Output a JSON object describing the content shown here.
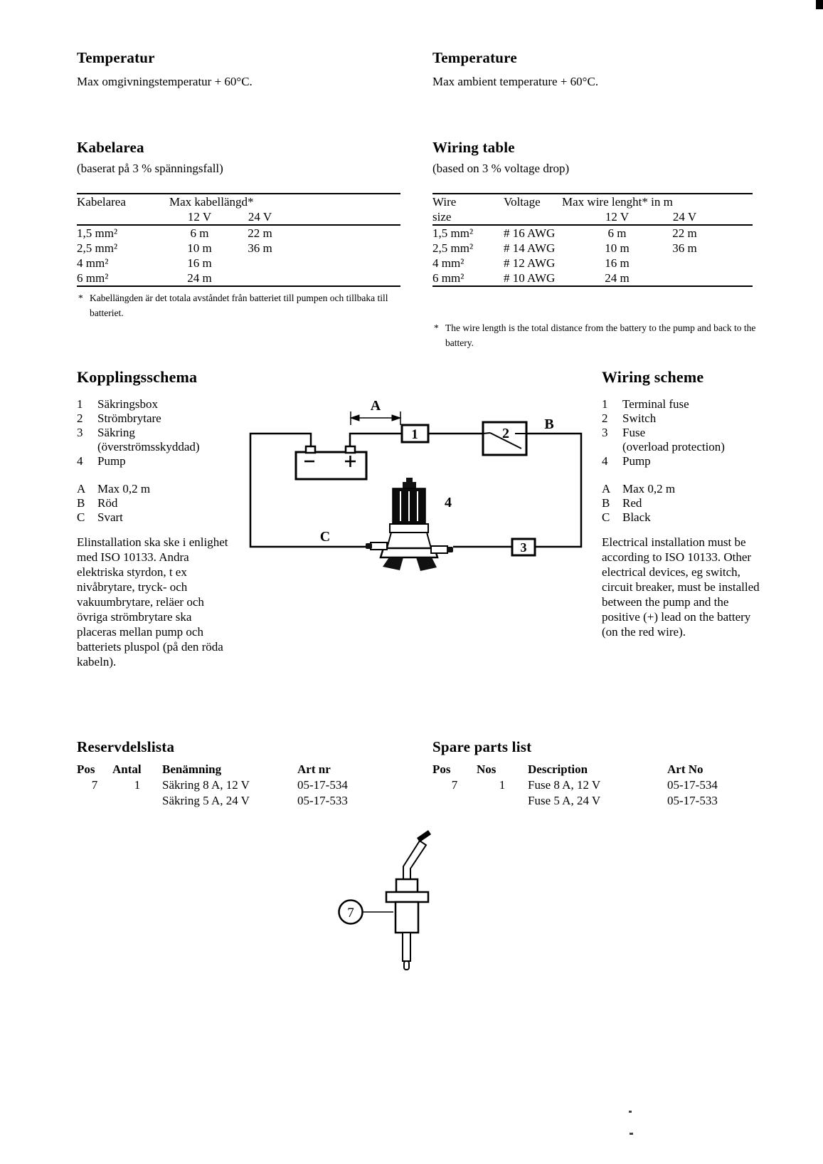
{
  "sections": {
    "temperatur_sv": {
      "title": "Temperatur",
      "text": "Max omgivningstemperatur + 60°C."
    },
    "temperature_en": {
      "title": "Temperature",
      "text": "Max ambient temperature + 60°C."
    },
    "kabelarea": {
      "title": "Kabelarea",
      "subtitle": "(baserat på 3 % spänningsfall)",
      "header": {
        "col1": "Kabelarea",
        "span": "Max kabellängd*",
        "v12": "12 V",
        "v24": "24 V"
      },
      "rows": [
        [
          "1,5 mm²",
          "6 m",
          "22 m"
        ],
        [
          "2,5 mm²",
          "10 m",
          "36 m"
        ],
        [
          "4 mm²",
          "16 m",
          ""
        ],
        [
          "6 mm²",
          "24 m",
          ""
        ]
      ],
      "footnote_marker": "*",
      "footnote": "Kabellängden är det totala avståndet från batteriet till pumpen och tillbaka till batteriet."
    },
    "wiring_table": {
      "title": "Wiring table",
      "subtitle": "(based on 3 % voltage drop)",
      "header": {
        "col1a": "Wire",
        "col1b": "size",
        "col2": "Voltage",
        "span": "Max wire lenght* in m",
        "v12": "12 V",
        "v24": "24 V"
      },
      "rows": [
        [
          "1,5 mm²",
          "# 16 AWG",
          "6 m",
          "22 m"
        ],
        [
          "2,5 mm²",
          "# 14 AWG",
          "10 m",
          "36 m"
        ],
        [
          "4 mm²",
          "# 12 AWG",
          "16 m",
          ""
        ],
        [
          "6 mm²",
          "# 10 AWG",
          "24 m",
          ""
        ]
      ],
      "footnote_marker": "*",
      "footnote": "The wire length is the total distance from the battery to the pump and back to the battery."
    },
    "kopplingsschema": {
      "title": "Kopplingsschema",
      "items": [
        {
          "num": "1",
          "label": "Säkringsbox"
        },
        {
          "num": "2",
          "label": "Strömbrytare"
        },
        {
          "num": "3",
          "label": "Säkring",
          "label2": "(överströmsskyddad)"
        },
        {
          "num": "4",
          "label": "Pump"
        }
      ],
      "letters": [
        {
          "num": "A",
          "label": "Max 0,2 m"
        },
        {
          "num": "B",
          "label": "Röd"
        },
        {
          "num": "C",
          "label": "Svart"
        }
      ],
      "paragraph": "Elinstallation ska ske i enlighet med ISO 10133. Andra elektriska styrdon, t ex nivåbrytare, tryck- och vakuumbrytare, reläer och övriga strömbrytare ska placeras mellan pump och batteriets pluspol (på den röda kabeln)."
    },
    "wiring_scheme": {
      "title": "Wiring scheme",
      "items": [
        {
          "num": "1",
          "label": "Terminal fuse"
        },
        {
          "num": "2",
          "label": "Switch"
        },
        {
          "num": "3",
          "label": "Fuse",
          "label2": "(overload protection)"
        },
        {
          "num": "4",
          "label": "Pump"
        }
      ],
      "letters": [
        {
          "num": "A",
          "label": "Max 0,2 m"
        },
        {
          "num": "B",
          "label": "Red"
        },
        {
          "num": "C",
          "label": "Black"
        }
      ],
      "paragraph": "Electrical installation must be according to ISO 10133. Other electrical devices, eg switch, circuit breaker, must be installed between the pump and the positive (+) lead on the battery (on the red wire)."
    },
    "diagram": {
      "labels": {
        "a": "A",
        "b": "B",
        "c": "C",
        "box1": "1",
        "box2": "2",
        "box3": "3",
        "pump": "4",
        "minus": "−",
        "plus": "+"
      }
    },
    "reservdelslista": {
      "title": "Reservdelslista",
      "headers": [
        "Pos",
        "Antal",
        "Benämning",
        "Art nr"
      ],
      "rows": [
        [
          "7",
          "1",
          "Säkring 8 A, 12 V",
          "05-17-534"
        ],
        [
          "",
          "",
          "Säkring 5 A, 24 V",
          "05-17-533"
        ]
      ]
    },
    "spare_parts": {
      "title": "Spare parts list",
      "headers": [
        "Pos",
        "Nos",
        "Description",
        "Art No"
      ],
      "rows": [
        [
          "7",
          "1",
          "Fuse 8 A, 12 V",
          "05-17-534"
        ],
        [
          "",
          "",
          "Fuse 5 A, 24 V",
          "05-17-533"
        ]
      ]
    },
    "part_figure": {
      "callout": "7"
    }
  }
}
